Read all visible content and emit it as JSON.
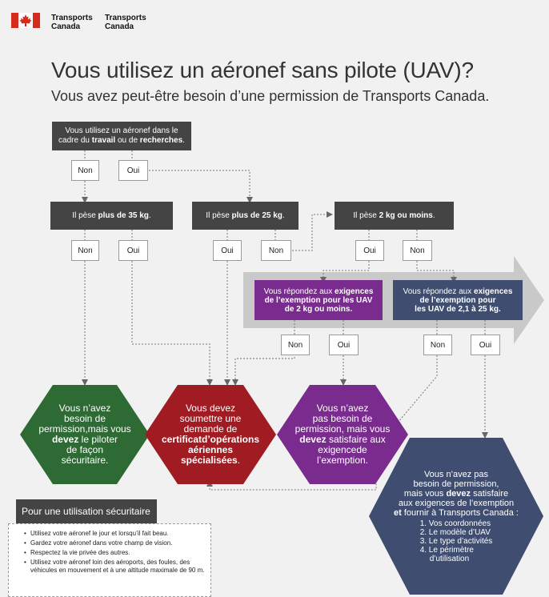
{
  "header": {
    "wordmark_en": [
      "Transports",
      "Canada"
    ],
    "wordmark_fr": [
      "Transports",
      "Canada"
    ]
  },
  "title": "Vous utilisez un aéronef sans pilote (UAV)?",
  "subtitle": "Vous avez peut-être besoin d’une permission de Transports Canada.",
  "q_work": {
    "line1": "Vous utilisez un aéronef dans le",
    "pre": "cadre du ",
    "b1": "travail",
    "mid": " ou de ",
    "b2": "recherches",
    "post": "."
  },
  "q35": {
    "pre": "Il pèse ",
    "bold": "plus de 35 kg",
    "post": "."
  },
  "q25": {
    "pre": "Il pèse ",
    "bold": "plus de 25 kg",
    "post": "."
  },
  "q2": {
    "pre": "Il pèse ",
    "bold": "2 kg ou moins",
    "post": "."
  },
  "no_label": "Non",
  "yes_label": "Oui",
  "cond_2kg": {
    "l1pre": "Vous répondez aux ",
    "l1b": "exigences",
    "l2": "de l’exemption pour les UAV",
    "l3": "de 2 kg ou moins."
  },
  "cond_25kg": {
    "l1pre": "Vous répondez aux ",
    "l1b": "exigences",
    "l2": "de l’exemption pour",
    "l3": "les UAV de 2,1 à 25 kg."
  },
  "hex_green": {
    "l1": "Vous n’avez",
    "l2": "besoin de",
    "l3": "permission,mais vous",
    "l4b": "devez",
    "l4": " le piloter",
    "l5": "de façon",
    "l6": "sécuritaire."
  },
  "hex_red": {
    "l1": "Vous devez",
    "l2": "soumettre une",
    "l3": "demande de",
    "l4b": "certificatd’opérations",
    "l5b": "aériennes",
    "l6b": "spécialisées",
    "l6": "."
  },
  "hex_purple": {
    "l1": "Vous n’avez",
    "l2": "pas besoin de",
    "l3": "permission, mais vous",
    "l4b": "devez",
    "l4": " satisfaire aux",
    "l5": "exigencede",
    "l6": "l’exemption."
  },
  "hex_navy": {
    "l1": "Vous n’avez pas",
    "l2": "besoin de permission,",
    "l3pre": "mais vous ",
    "l3b": "devez",
    "l3": " satisfaire",
    "l4": "aux exigences de l’exemption",
    "l5b": "et",
    "l5": " fournir à Transports Canada :",
    "items": [
      "1. Vos coordonnées",
      "2. Le modèle d’UAV",
      "3. Le type d’activités",
      "4. Le périmètre",
      "d’utilisation"
    ]
  },
  "safety": {
    "heading": "Pour une utilisation sécuritaire",
    "items": [
      "Utilisez votre aéronef le jour et lorsqu’il fait beau.",
      "Gardez votre aéronef dans votre champ de vision.",
      "Respectez la vie privée des autres.",
      "Utilisez votre aéronef loin des aéroports, des foules, des véhicules en mouvement et à une altitude maximale de 90 m."
    ]
  },
  "colors": {
    "green": "#2e6a34",
    "red": "#a01c22",
    "purple": "#7a2c8e",
    "navy": "#3e4d70",
    "dark": "#444444",
    "flag": "#d52b1e"
  }
}
